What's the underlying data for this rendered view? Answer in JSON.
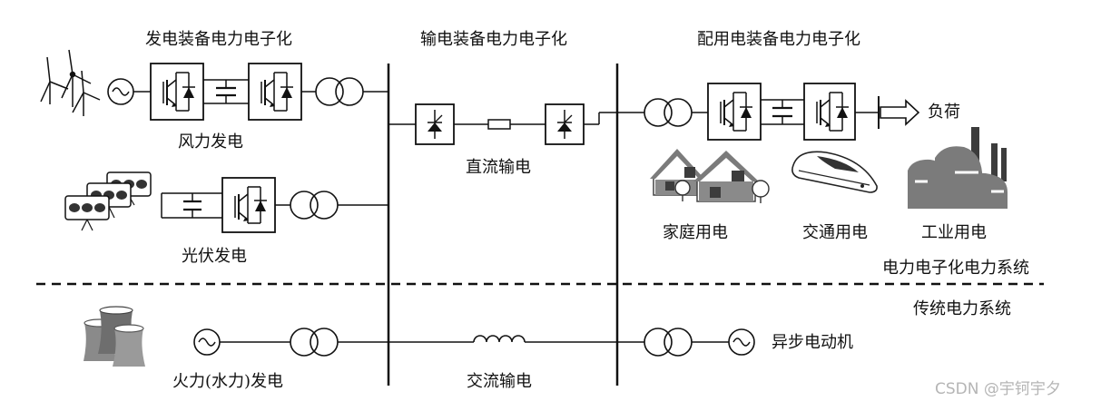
{
  "colors": {
    "stroke": "#111111",
    "icon_fill": "#7b7b7b",
    "icon_dark": "#3c3c3c",
    "watermark": "#b5b5b5"
  },
  "headers": {
    "generation": "发电装备电力电子化",
    "transmission": "输电装备电力电子化",
    "distribution": "配用电装备电力电子化"
  },
  "labels": {
    "wind": "风力发电",
    "dc_transmission": "直流输电",
    "pv": "光伏发电",
    "load": "负荷",
    "residential": "家庭用电",
    "transport": "交通用电",
    "industrial": "工业用电",
    "pe_system": "电力电子化电力系统",
    "traditional_system": "传统电力系统",
    "thermal_hydro": "火力(水力)发电",
    "ac_transmission": "交流输电",
    "async_motor": "异步电动机"
  },
  "watermark": "CSDN @宇钶宇夕",
  "icons": [
    "wind-turbine-icon",
    "ac-generator-icon",
    "igbt-converter-icon",
    "capacitor-icon",
    "transformer-icon",
    "thyristor-valve-icon",
    "dc-resistor-icon",
    "solar-panel-icon",
    "load-arrow-icon",
    "house-icon",
    "high-speed-train-icon",
    "factory-icon",
    "cooling-tower-icon",
    "inductor-coil-icon",
    "motor-icon"
  ]
}
